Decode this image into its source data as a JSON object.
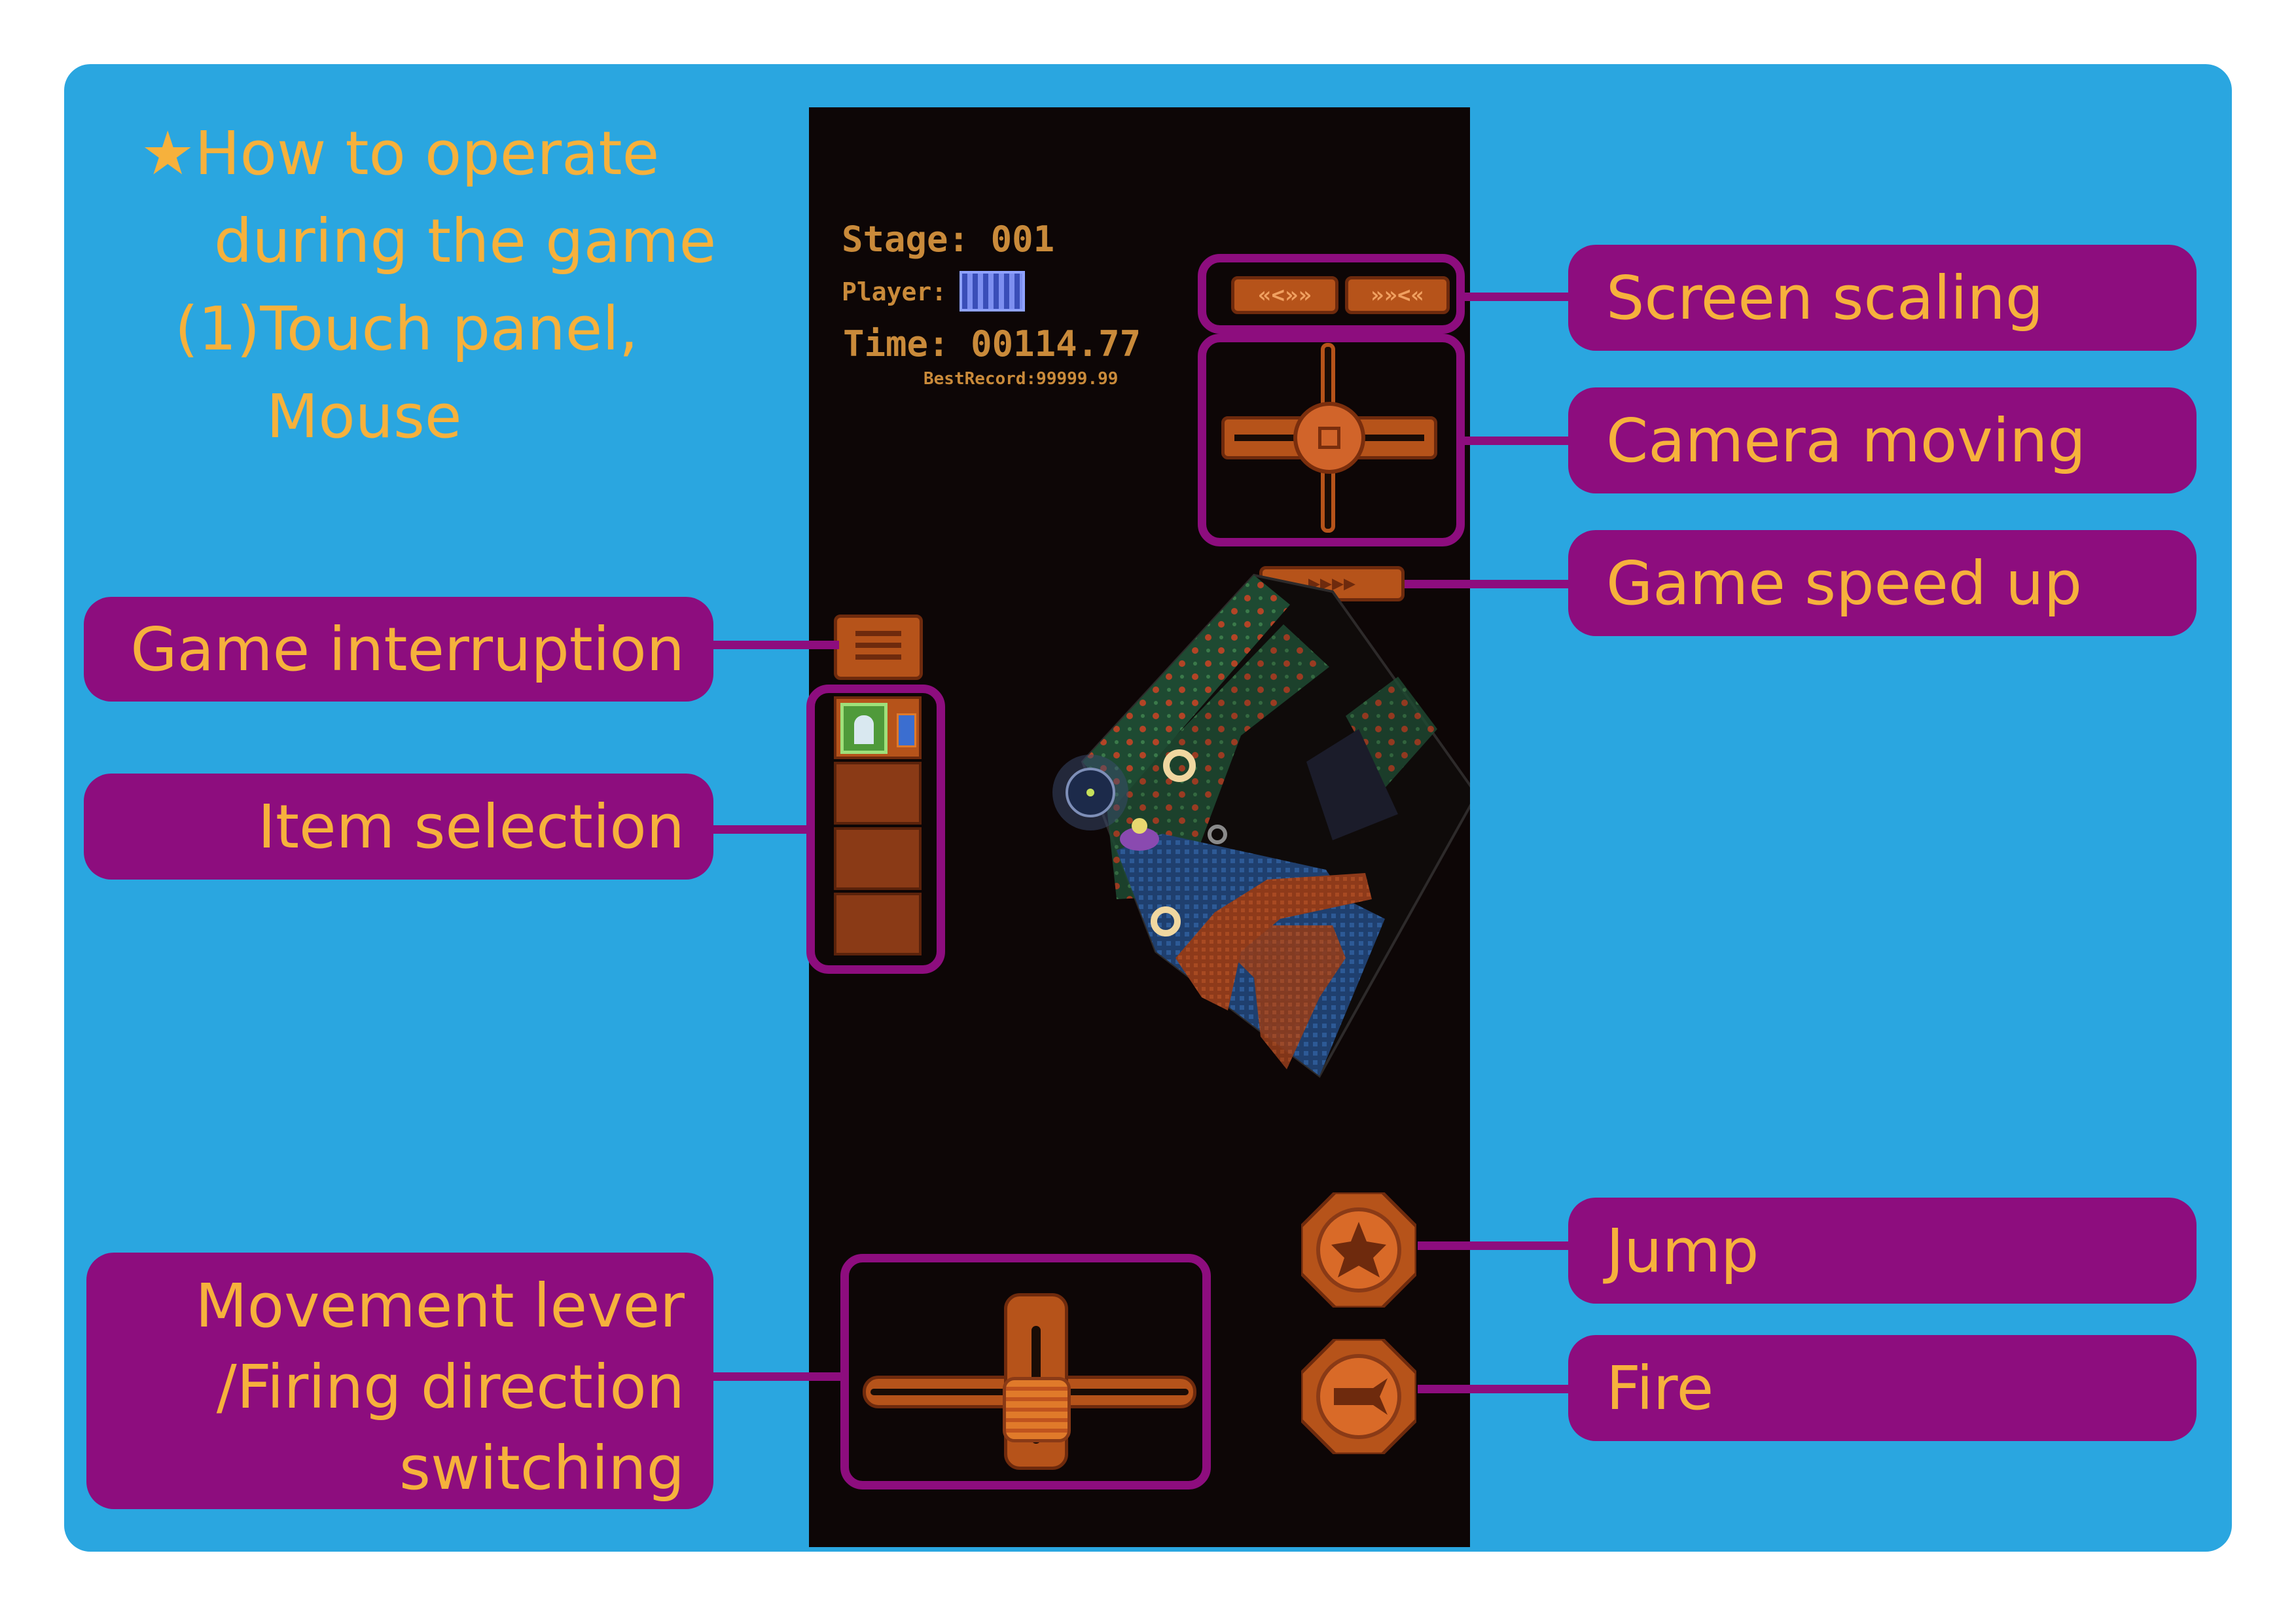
{
  "title": {
    "star": "★",
    "line1": "How to operate",
    "line2": "during the game",
    "line3": "(1)Touch panel,",
    "line4": "Mouse"
  },
  "labels": {
    "game_interruption": "Game interruption",
    "item_selection": "Item selection",
    "movement_lever_1": "Movement lever",
    "movement_lever_2": "/Firing direction",
    "movement_lever_3": "switching",
    "screen_scaling": "Screen scaling",
    "camera_moving": "Camera moving",
    "game_speed_up": "Game speed up",
    "jump": "Jump",
    "fire": "Fire"
  },
  "hud": {
    "stage_label": "Stage:",
    "stage_value": "001",
    "player_label": "Player:",
    "time_label": "Time:",
    "time_value": "00114.77",
    "best_record": "BestRecord:99999.99"
  },
  "buttons": {
    "zoom_out": "«<»»",
    "zoom_in": "»»<«",
    "speed_up": "▶▶▶▶"
  },
  "colors": {
    "background": "#2aa6e0",
    "label_fill": "#8d0d7e",
    "label_text": "#f6b13c",
    "game_bg": "#0d0606",
    "ui_orange": "#b6531a"
  }
}
